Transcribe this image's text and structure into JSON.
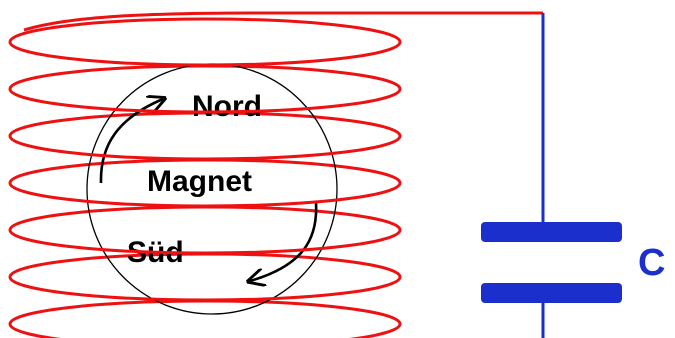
{
  "labels": {
    "north": "Nord",
    "magnet": "Magnet",
    "south": "Süd",
    "capacitor": "C"
  },
  "colors": {
    "coil": "#ee1111",
    "wire": "#1a2fcc",
    "capacitor": "#1a2fcc",
    "capacitor_label": "#1a2fcc",
    "magnet_outline": "#000000",
    "arrows": "#000000"
  },
  "coil": {
    "turns": 7
  },
  "icons": [
    "rotation-arrow-icon",
    "rotation-arrow-icon"
  ]
}
